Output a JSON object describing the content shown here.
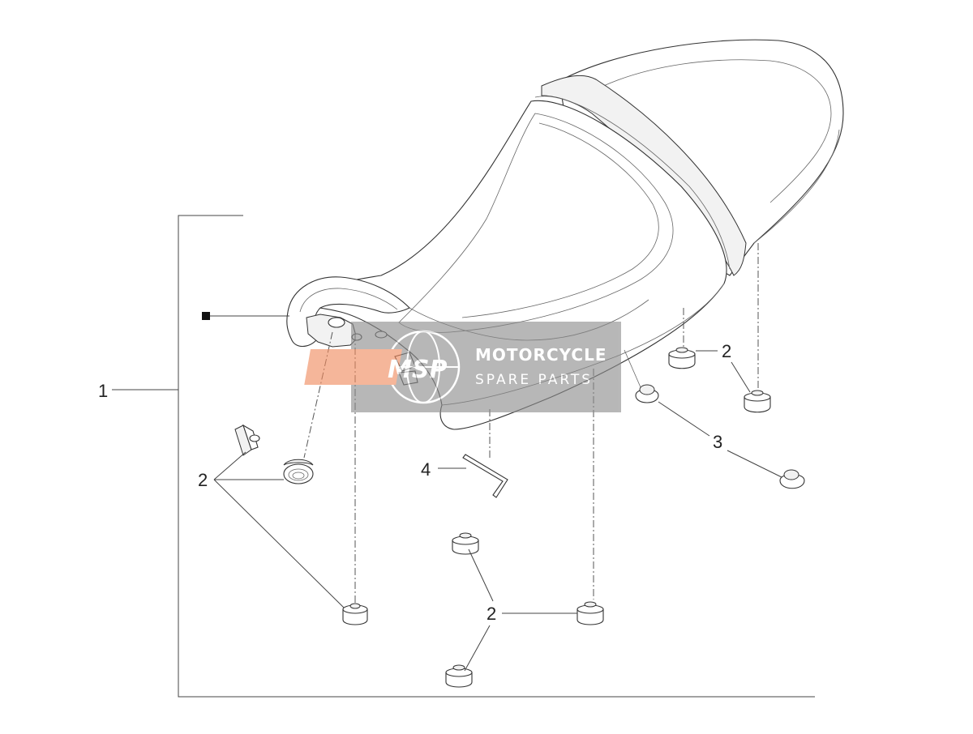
{
  "diagram": {
    "callouts": {
      "c1": "1",
      "c2_left": "2",
      "c2_right": "2",
      "c2_bottom": "2",
      "c3": "3",
      "c4": "4"
    }
  },
  "watermark": {
    "badge": "MSP",
    "title": "MOTORCYCLE",
    "subtitle": "SPARE PARTS"
  }
}
